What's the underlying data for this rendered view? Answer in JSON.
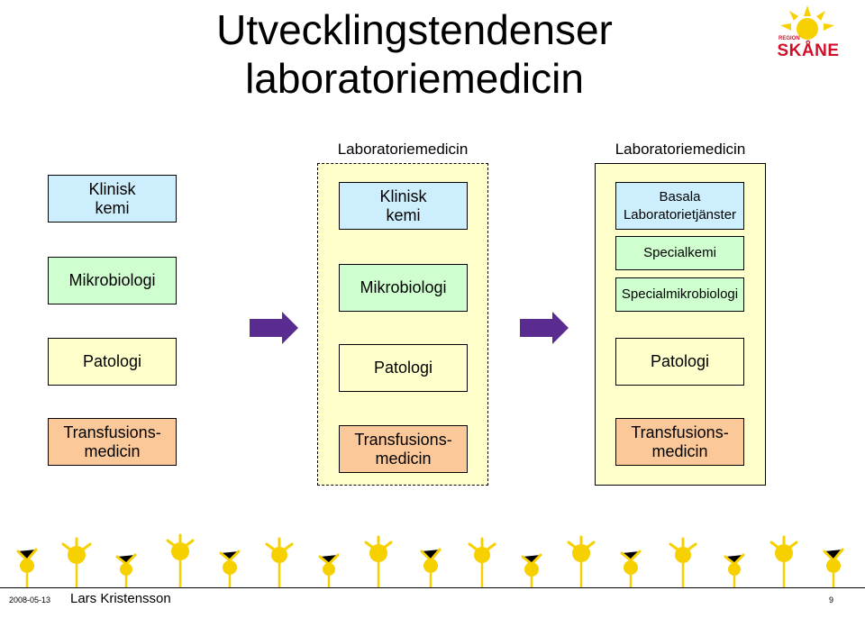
{
  "title": "Utvecklingstendenser\nlaboratoriemedicin",
  "logo": {
    "region_label": "REGION",
    "name": "SKÅNE",
    "color": "#d0102a"
  },
  "left_column": {
    "klinisk_kemi": "Klinisk\nkemi",
    "mikrobiologi": "Mikrobiologi",
    "patologi": "Patologi",
    "transfusionsmedicin": "Transfusions-\nmedicin"
  },
  "middle_panel": {
    "label": "Laboratoriemedicin",
    "klinisk_kemi": "Klinisk\nkemi",
    "mikrobiologi": "Mikrobiologi",
    "patologi": "Patologi",
    "transfusionsmedicin": "Transfusions-\nmedicin"
  },
  "right_panel": {
    "label": "Laboratoriemedicin",
    "basala": "Basala\nLaboratorietjänster",
    "specialkemi": "Specialkemi",
    "specialmikrobiologi": "Specialmikrobiologi",
    "patologi": "Patologi",
    "transfusionsmedicin": "Transfusions-\nmedicin"
  },
  "footer": {
    "date": "2008-05-13",
    "author": "Lars Kristensson",
    "page": "9"
  },
  "colors": {
    "blue": "#cdeffd",
    "green": "#cfffcf",
    "yellow": "#ffffcc",
    "orange": "#fbc89a",
    "arrow": "#5b2c8f"
  }
}
